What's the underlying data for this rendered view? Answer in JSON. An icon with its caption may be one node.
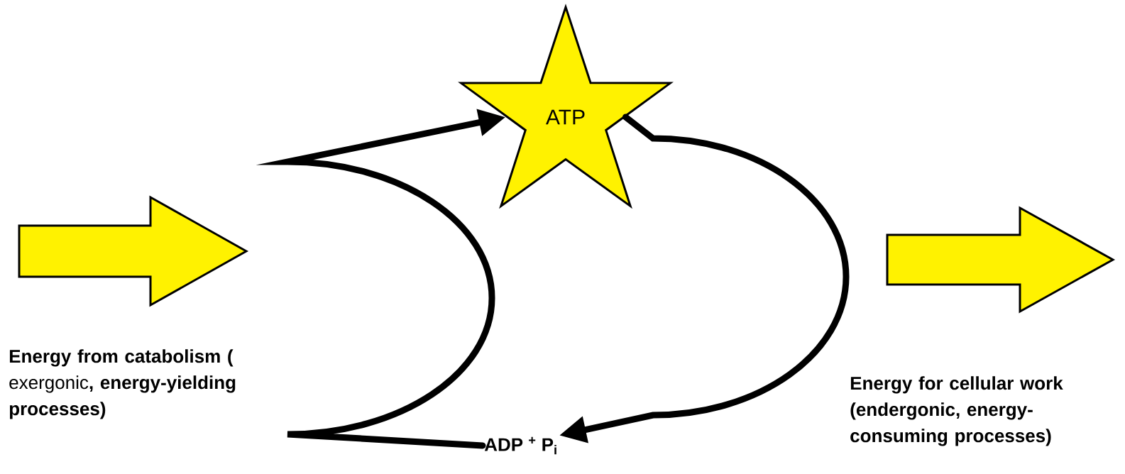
{
  "diagram": {
    "nodes": [
      {
        "text": [],
        "shape": "arrow",
        "beside": [
          "**Energy from catabolism (** exergonic**, energy-yielding processes)**"
        ]
      },
      {
        "text": [
          "ATP"
        ]
      },
      {
        "text": [
          "ADP $^{+}$ P$_{i}$"
        ]
      },
      {
        "text": [],
        "shape": "arrow",
        "beside": [
          "Energy for cellular work (endergonic, energy-consuming processes)"
        ]
      }
    ],
    "edges": [
      {
        "from": 2,
        "to": 1,
        "arrow": "to"
      },
      {
        "from": 1,
        "to": 2,
        "arrow": "to"
      }
    ]
  }
}
